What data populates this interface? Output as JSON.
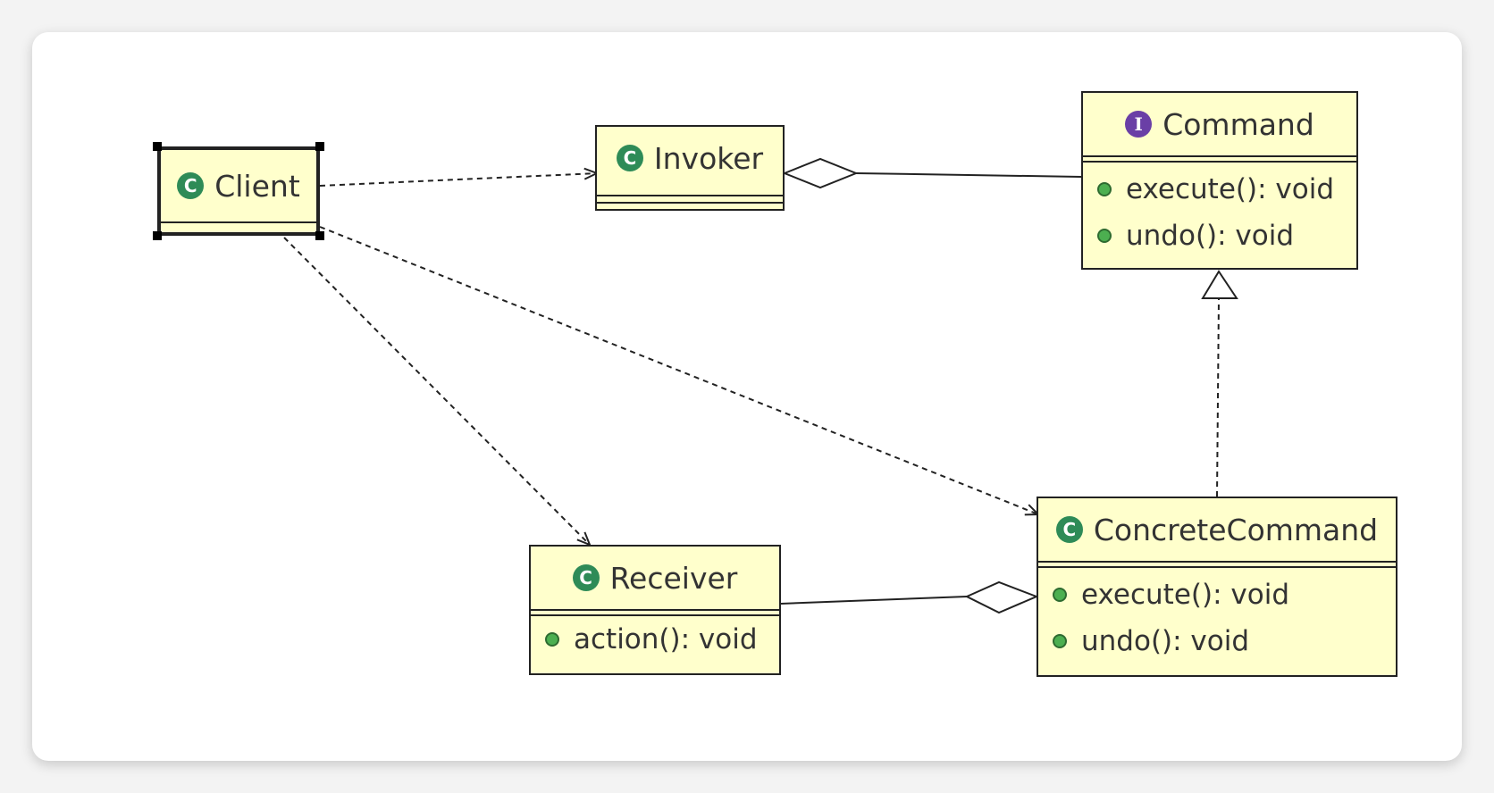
{
  "diagram": {
    "classes": {
      "client": {
        "name": "Client",
        "badge": "C"
      },
      "invoker": {
        "name": "Invoker",
        "badge": "C"
      },
      "command": {
        "name": "Command",
        "badge": "I",
        "operations": [
          "execute(): void",
          "undo(): void"
        ]
      },
      "receiver": {
        "name": "Receiver",
        "badge": "C",
        "operations": [
          "action(): void"
        ]
      },
      "concrete": {
        "name": "ConcreteCommand",
        "badge": "C",
        "operations": [
          "execute(): void",
          "undo(): void"
        ]
      }
    },
    "colors": {
      "class_fill": "#ffffcc",
      "class_badge": "#2e8b57",
      "interface_badge": "#6a3fa6",
      "operation_dot": "#4caf50"
    }
  }
}
